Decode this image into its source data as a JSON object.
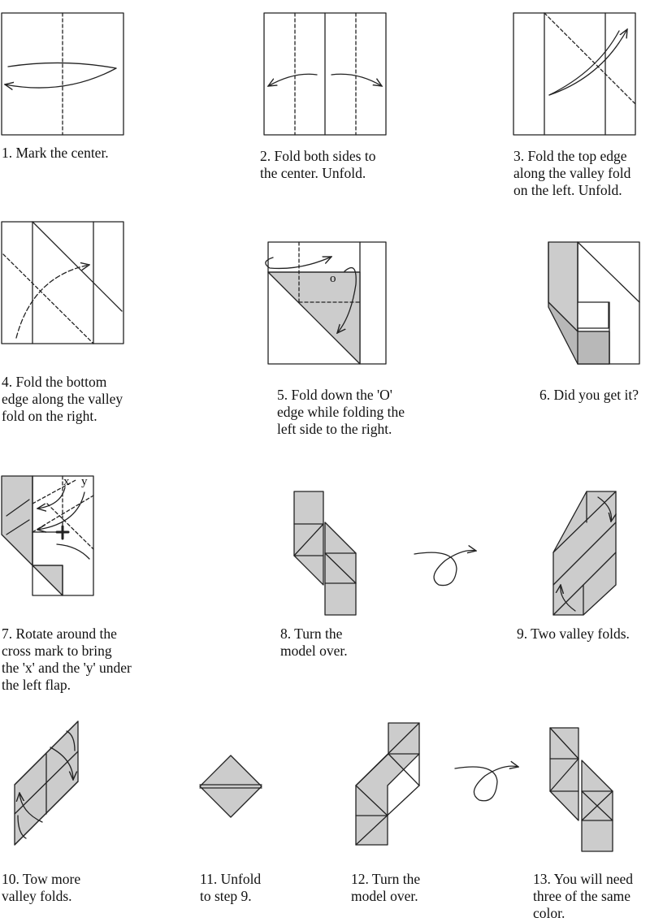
{
  "steps": [
    {
      "number": 1,
      "caption": "1. Mark the center."
    },
    {
      "number": 2,
      "caption": "2. Fold both sides to\nthe center.  Unfold."
    },
    {
      "number": 3,
      "caption": "3. Fold the top edge\nalong the valley fold\non the left. Unfold."
    },
    {
      "number": 4,
      "caption": "4. Fold the bottom\nedge along the valley\nfold on the right."
    },
    {
      "number": 5,
      "caption": "5. Fold down the 'O'\nedge while folding the\nleft side to the right."
    },
    {
      "number": 6,
      "caption": "6. Did you get it?"
    },
    {
      "number": 7,
      "caption": "7. Rotate around the\ncross mark to bring\nthe 'x' and the 'y' under\nthe left flap."
    },
    {
      "number": 8,
      "caption": "8. Turn the\nmodel over."
    },
    {
      "number": 9,
      "caption": "9. Two valley folds."
    },
    {
      "number": 10,
      "caption": "10. Tow more\nvalley folds."
    },
    {
      "number": 11,
      "caption": "11. Unfold\nto step 9."
    },
    {
      "number": 12,
      "caption": "12. Turn the\nmodel over."
    },
    {
      "number": 13,
      "caption": "13. You will need\nthree of the same\ncolor."
    }
  ],
  "labels": {
    "o_mark": "o",
    "x_mark": "x",
    "y_mark": "y"
  },
  "colors": {
    "paper": "#ffffff",
    "shade": "#cccccc",
    "shade_dark": "#b8b8b8",
    "line": "#222222"
  }
}
